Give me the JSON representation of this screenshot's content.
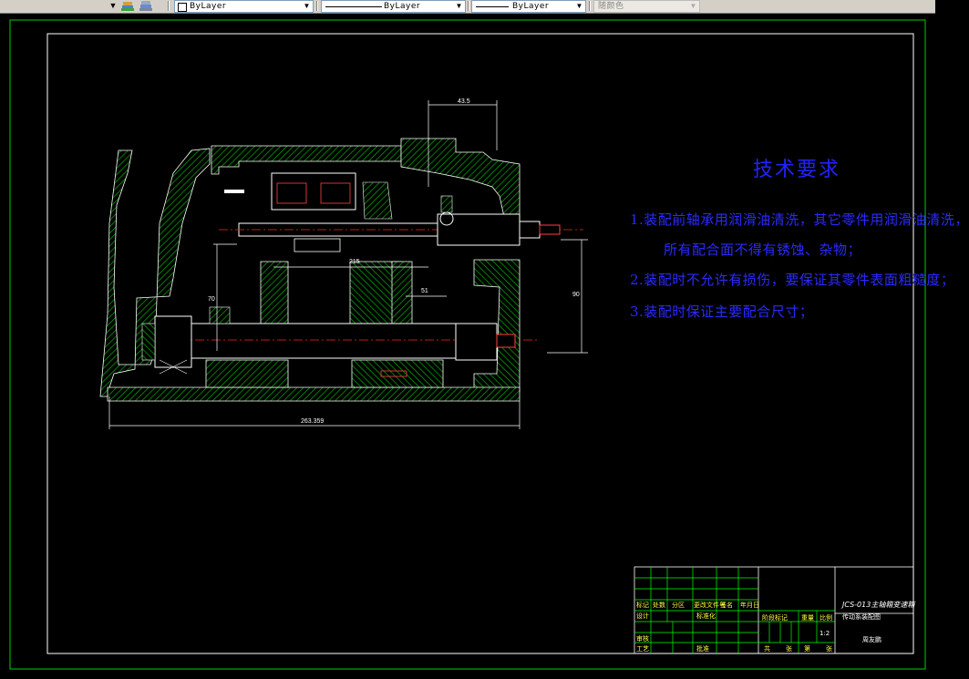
{
  "toolbar": {
    "layer_linetype": "ByLayer",
    "linetype": "ByLayer",
    "lineweight": "ByLayer",
    "plotstyle": "随颜色"
  },
  "technical_requirements": {
    "title": "技术要求",
    "items": [
      "1.装配前轴承用润滑油清洗，其它零件用润滑油清洗，",
      "所有配合面不得有锈蚀、杂物；",
      "2.装配时不允许有损伤，要保证其零件表面粗糙度；",
      "3.装配时保证主要配合尺寸；"
    ]
  },
  "dimensions": {
    "top": "43.5",
    "mid": "215",
    "left_vertical": "70",
    "right_vertical": "90",
    "small": "51",
    "bottom": "263.359"
  },
  "title_block": {
    "drawing_title_1": "JCS-013主轴箱变速箱",
    "drawing_title_2": "传动系装配图",
    "row_headers": [
      "标记",
      "处数",
      "分区",
      "更改文件号",
      "签名",
      "年月日"
    ],
    "design": "设计",
    "standardize": "标准化",
    "review": "审核",
    "process": "工艺",
    "approve": "批准",
    "stage_mark": "阶段标记",
    "weight": "重量",
    "scale": "比例",
    "scale_value": "1:2",
    "total": "共",
    "sheets": "张",
    "sheet_no": "第",
    "sheet_unit": "张",
    "org": "周友鹏"
  }
}
